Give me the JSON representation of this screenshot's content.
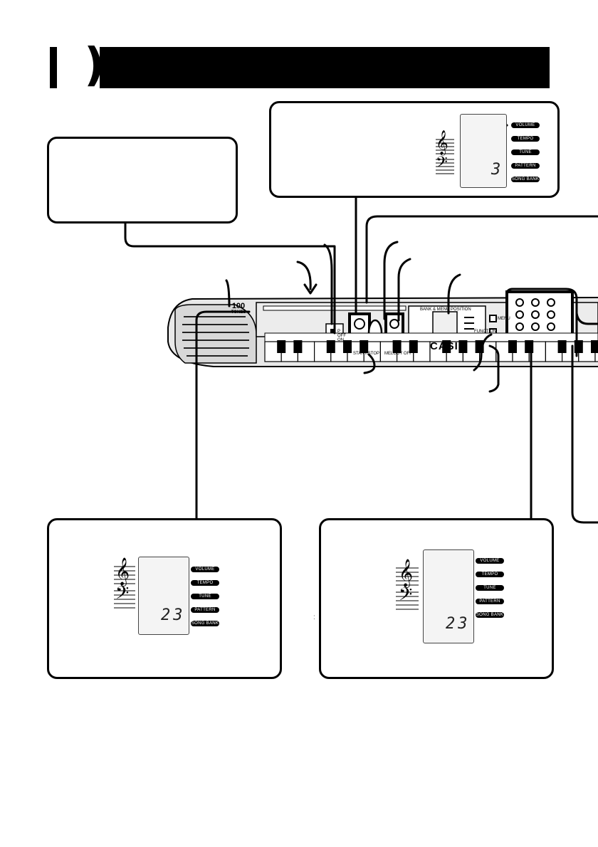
{
  "header": {
    "bracket_left": "[",
    "paren_right": ")"
  },
  "keyboard": {
    "badge_number": "100",
    "badge_word": "TONES",
    "brand": "CASIO",
    "led_caption": "BANK & MENU POSITION",
    "switch_labels": [
      "P",
      "OFF",
      "ON"
    ],
    "button_captions": [
      "MENU",
      "FUNCTION"
    ],
    "left_knob_caption": "START/STOP",
    "right_knob_caption": "MELODY OFF"
  },
  "lcd_top": {
    "digits": "3",
    "menu": [
      "VOLUME",
      "TEMPO",
      "TUNE",
      "PATTERN",
      "SONG BANK"
    ]
  },
  "lcd_bottom_left": {
    "digits": "23",
    "menu": [
      "VOLUME",
      "TEMPO",
      "TUNE",
      "PATTERN",
      "SONG BANK"
    ]
  },
  "lcd_bottom_right": {
    "digits": "23",
    "menu": [
      "VOLUME",
      "TEMPO",
      "TUNE",
      "PATTERN",
      "SONG BANK"
    ]
  },
  "stray_mark": ":"
}
